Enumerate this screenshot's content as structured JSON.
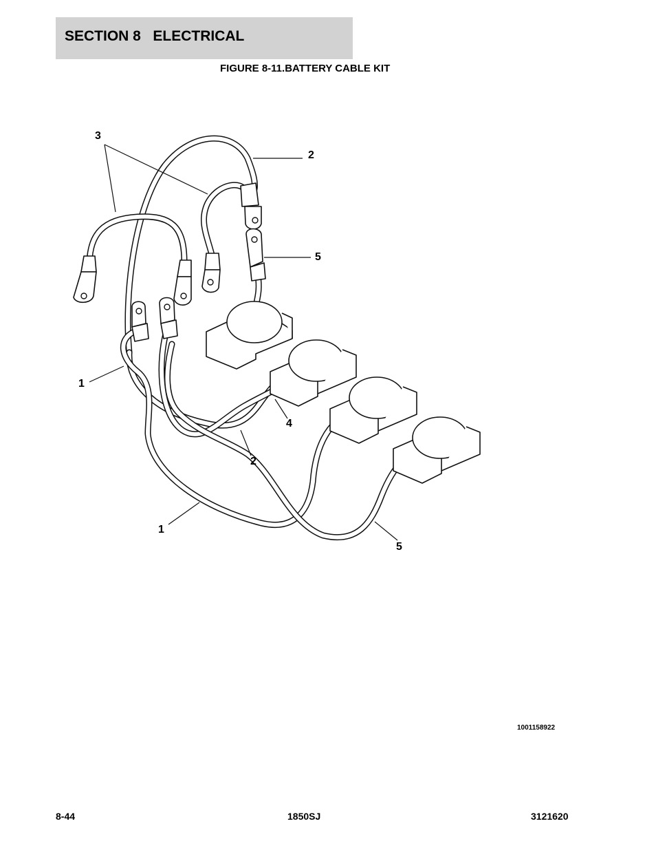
{
  "header": {
    "section_title": "SECTION 8   ELECTRICAL"
  },
  "figure": {
    "title": "FIGURE 8-11.BATTERY CABLE KIT",
    "callouts": [
      "3",
      "2",
      "5",
      "1",
      "4",
      "2",
      "1",
      "5"
    ],
    "drawing_id": "1001158922"
  },
  "footer": {
    "page_number": "8-44",
    "model": "1850SJ",
    "manual_number": "3121620"
  }
}
